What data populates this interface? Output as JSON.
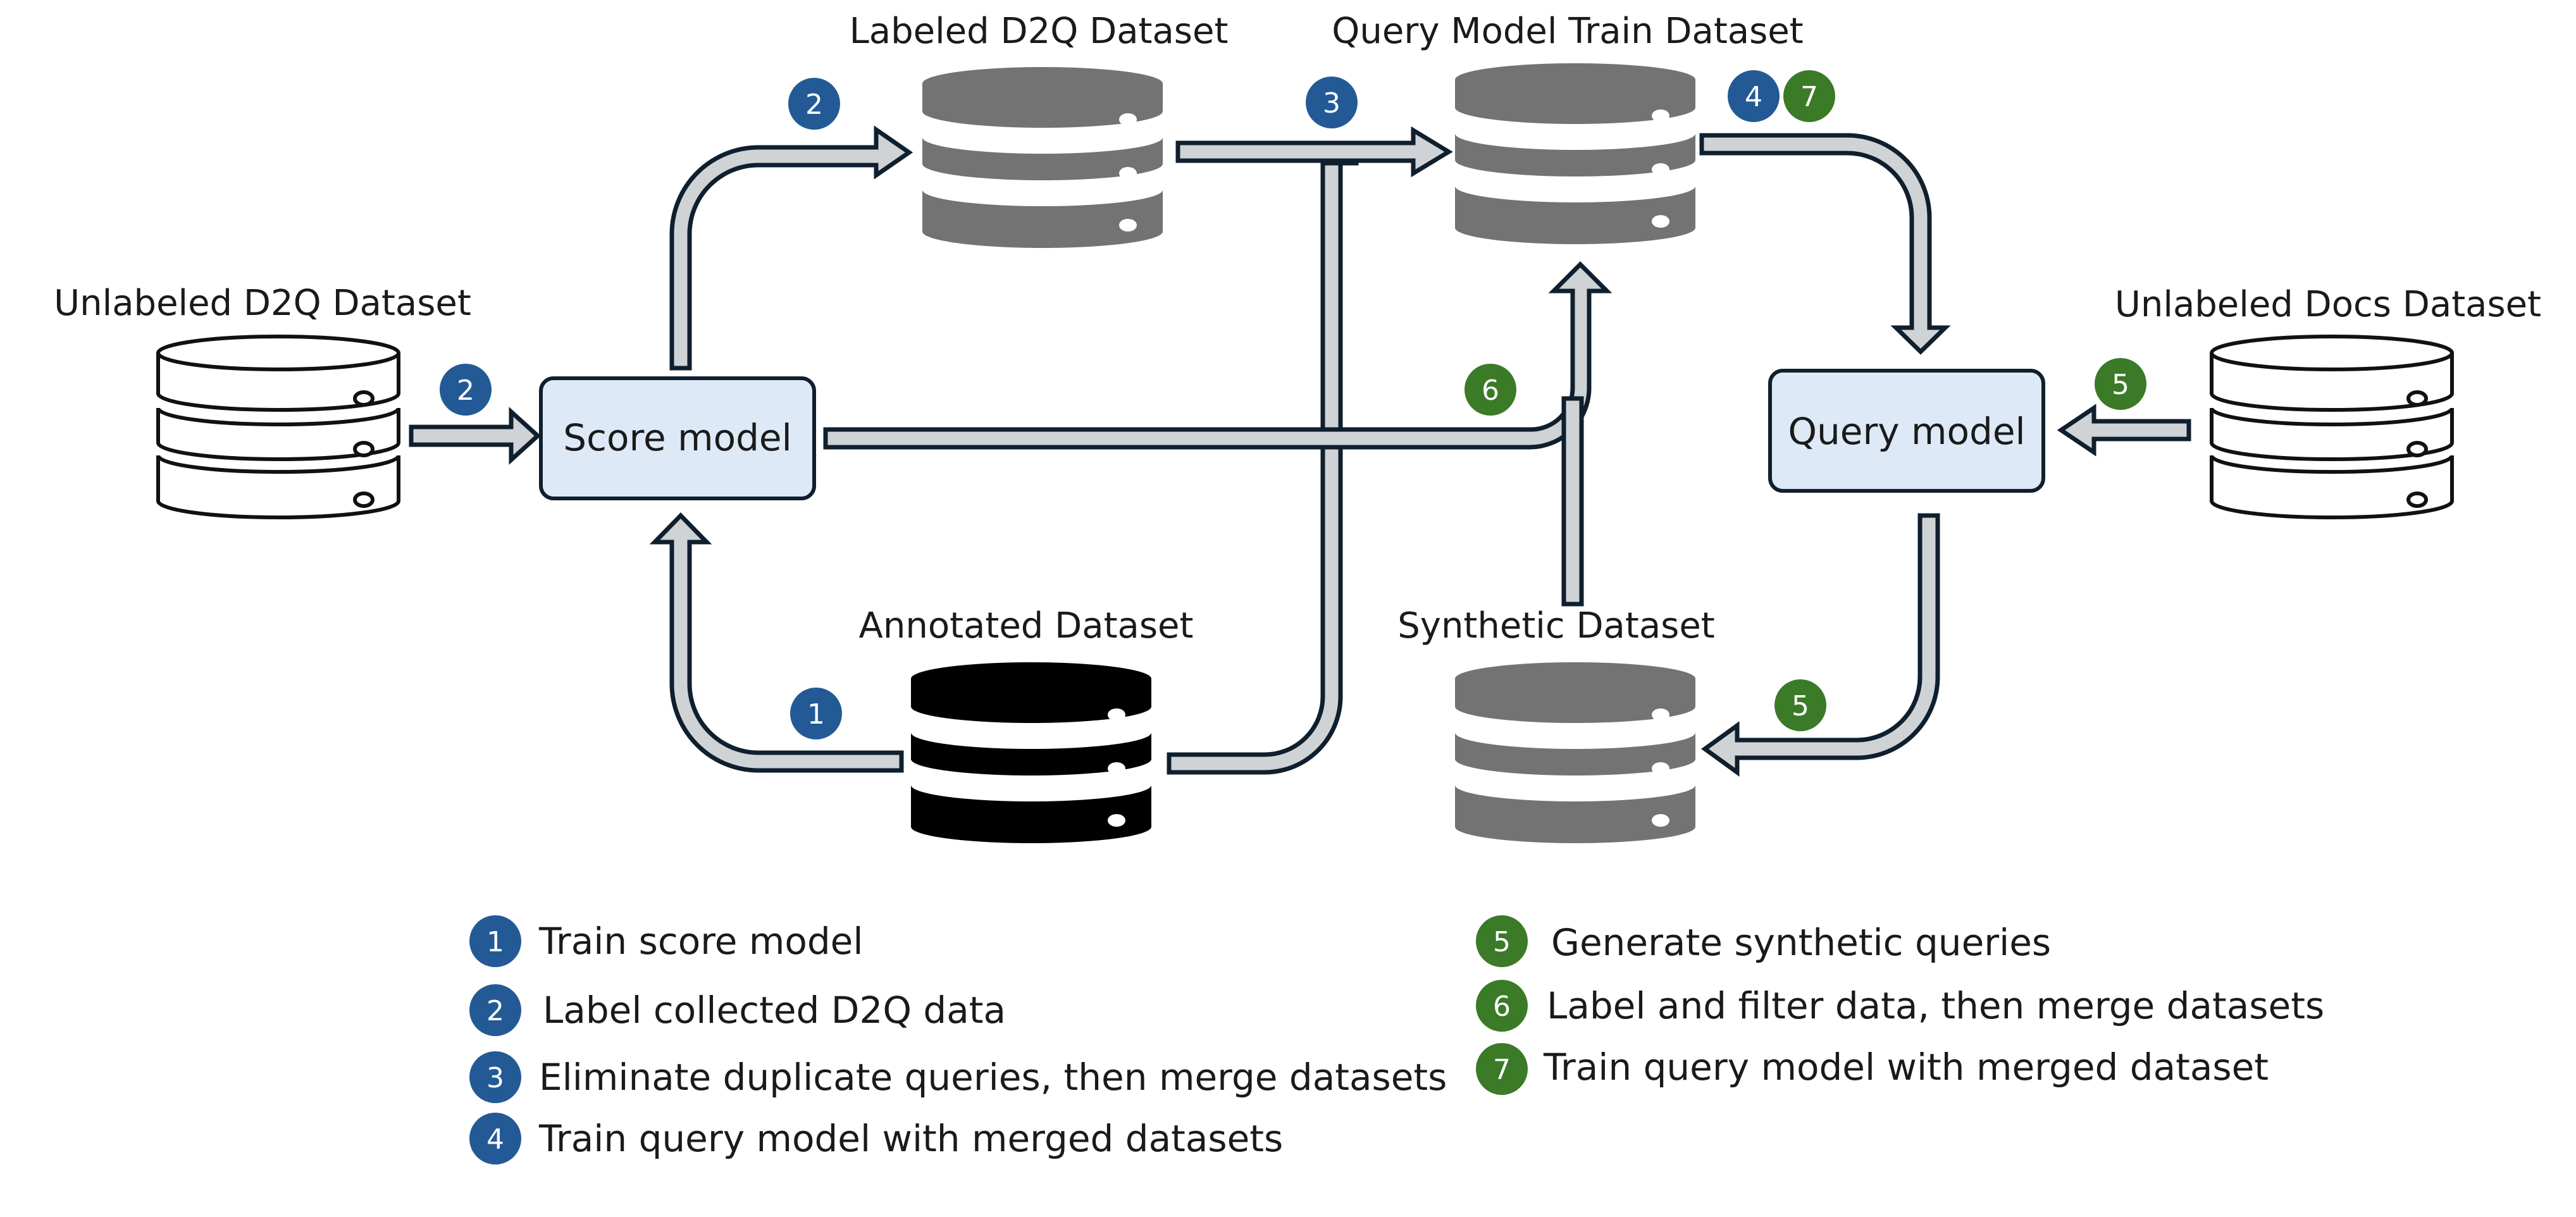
{
  "colors": {
    "blue_badge": "#235a96",
    "green_badge": "#3b7a27",
    "arrow_fill": "#d0d3d6",
    "arrow_stroke": "#0f1f2e",
    "box_fill": "#dde9f6",
    "db_gray": "#737373",
    "db_black": "#000000",
    "db_white": "#ffffff"
  },
  "datasets": {
    "labeled_d2q": "Labeled D2Q Dataset",
    "query_model_train": "Query Model Train Dataset",
    "unlabeled_d2q": "Unlabeled D2Q Dataset",
    "unlabeled_docs": "Unlabeled Docs Dataset",
    "annotated": "Annotated Dataset",
    "synthetic": "Synthetic Dataset"
  },
  "models": {
    "score": "Score model",
    "query": "Query model"
  },
  "badges": {
    "b2_top": "2",
    "b3_top": "3",
    "b4_top": "4",
    "b7_top": "7",
    "b2_left": "2",
    "b6_mid": "6",
    "b5_right": "5",
    "b1_bottom": "1",
    "b5_bottom": "5"
  },
  "legend": {
    "blue": [
      {
        "num": "1",
        "text": "Train score model"
      },
      {
        "num": "2",
        "text": "Label collected D2Q data"
      },
      {
        "num": "3",
        "text": "Eliminate duplicate queries, then merge datasets"
      },
      {
        "num": "4",
        "text": "Train query model with merged datasets"
      }
    ],
    "green": [
      {
        "num": "5",
        "text": "Generate synthetic queries"
      },
      {
        "num": "6",
        "text": "Label and filter data, then merge datasets"
      },
      {
        "num": "7",
        "text": "Train query model with merged dataset"
      }
    ]
  }
}
